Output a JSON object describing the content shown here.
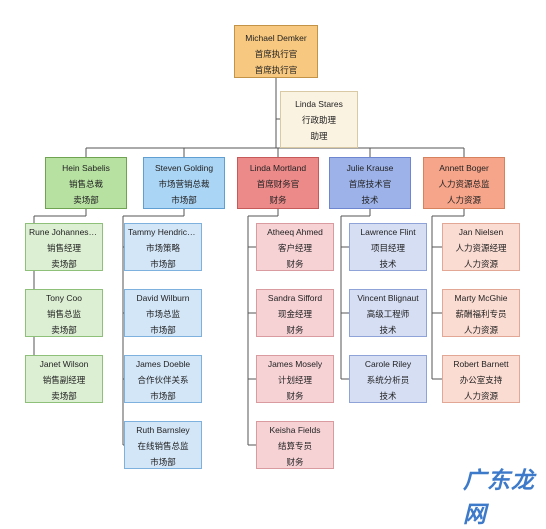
{
  "ceo": {
    "name": "Michael Demker",
    "title": "首席执行官",
    "dept": "首席执行官"
  },
  "assistant": {
    "name": "Linda Stares",
    "title": "行政助理",
    "dept": "助理"
  },
  "departments": [
    {
      "name": "Hein Sabelis",
      "title": "销售总裁",
      "dept": "卖场部",
      "color": "#b7e1a1",
      "staff": [
        {
          "name": "Rune Johannessen",
          "title": "销售经理",
          "dept": "卖场部"
        },
        {
          "name": "Tony Coo",
          "title": "销售总监",
          "dept": "卖场部"
        },
        {
          "name": "Janet Wilson",
          "title": "销售副经理",
          "dept": "卖场部"
        }
      ]
    },
    {
      "name": "Steven Golding",
      "title": "市场营销总裁",
      "dept": "市场部",
      "color": "#abd5f5",
      "staff": [
        {
          "name": "Tammy Hendrick...",
          "title": "市场策略",
          "dept": "市场部"
        },
        {
          "name": "David Wilburn",
          "title": "市场总监",
          "dept": "市场部"
        },
        {
          "name": "James Doeble",
          "title": "合作伙伴关系",
          "dept": "市场部"
        },
        {
          "name": "Ruth Barnsley",
          "title": "在线销售总监",
          "dept": "市场部"
        }
      ]
    },
    {
      "name": "Linda Mortland",
      "title": "首席财务官",
      "dept": "财务",
      "color": "#ec8a8a",
      "staff": [
        {
          "name": "Atheeq Ahmed",
          "title": "客户经理",
          "dept": "财务"
        },
        {
          "name": "Sandra Sifford",
          "title": "现金经理",
          "dept": "财务"
        },
        {
          "name": "James Mosely",
          "title": "计划经理",
          "dept": "财务"
        },
        {
          "name": "Keisha Fields",
          "title": "结算专员",
          "dept": "财务"
        }
      ]
    },
    {
      "name": "Julie Krause",
      "title": "首席技术官",
      "dept": "技术",
      "color": "#9db2e8",
      "staff": [
        {
          "name": "Lawrence Flint",
          "title": "项目经理",
          "dept": "技术"
        },
        {
          "name": "Vincent Blignaut",
          "title": "高级工程师",
          "dept": "技术"
        },
        {
          "name": "Carole Riley",
          "title": "系统分析员",
          "dept": "技术"
        }
      ]
    },
    {
      "name": "Annett Boger",
      "title": "人力资源总监",
      "dept": "人力资源",
      "color": "#f6a58a",
      "staff": [
        {
          "name": "Jan Nielsen",
          "title": "人力资源经理",
          "dept": "人力资源"
        },
        {
          "name": "Marty McGhie",
          "title": "薪酬福利专员",
          "dept": "人力资源"
        },
        {
          "name": "Robert Barnett",
          "title": "办公室支持",
          "dept": "人力资源"
        }
      ]
    }
  ],
  "staff_colors": [
    "#dcefd3",
    "#d3e6f8",
    "#f6d2d5",
    "#d6def4",
    "#fbdcd2"
  ],
  "staff_borders": [
    "#8fc07a",
    "#7fb1de",
    "#d99aa0",
    "#8fa3d9",
    "#e2a895"
  ],
  "dept_borders": [
    "#6fa352",
    "#5f9fd2",
    "#c65a5a",
    "#6d86cf",
    "#d7825f"
  ],
  "watermark": "广东龙网"
}
